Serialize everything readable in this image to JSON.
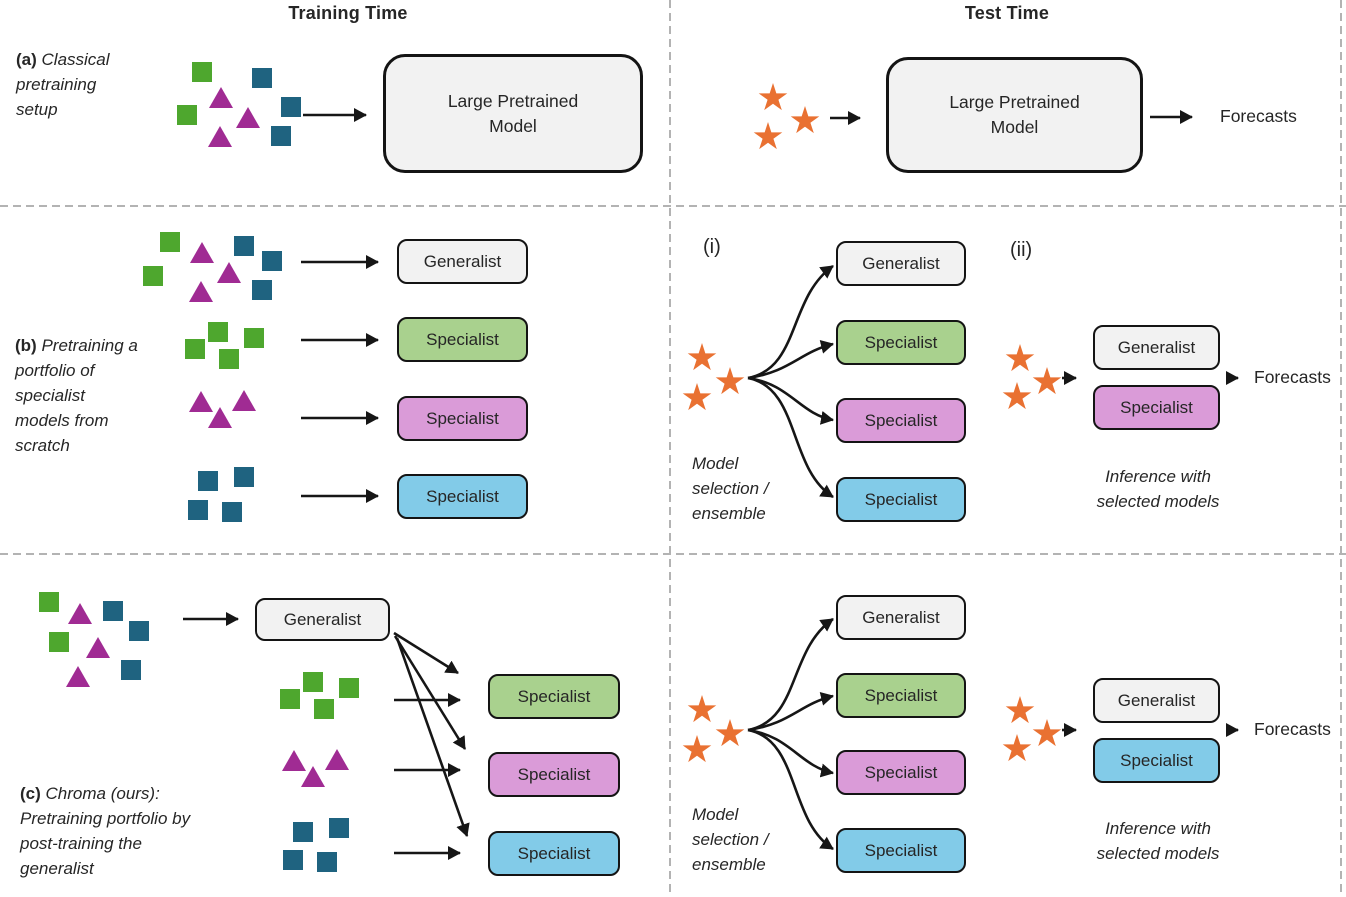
{
  "colors": {
    "green_shape": "#4ea72e",
    "purple_shape": "#a02b93",
    "teal_shape": "#1f6380",
    "orange_star": "#e97132",
    "box_gray": "#f2f2f2",
    "box_green": "#a9d18e",
    "box_magenta": "#da9bd8",
    "box_blue": "#82cbe8",
    "box_border": "#141414",
    "arrow": "#161616",
    "dashed": "#b3b3b3",
    "text": "#262626"
  },
  "headers": {
    "training": "Training Time",
    "test": "Test Time"
  },
  "rows": {
    "a": {
      "tag": "(a)",
      "caption": "Classical pretraining setup",
      "train_box": "Large Pretrained Model",
      "test_box": "Large Pretrained Model",
      "forecasts": "Forecasts"
    },
    "b": {
      "tag": "(b)",
      "caption": "Pretraining a portfolio of specialist models from scratch",
      "train_boxes": [
        {
          "label": "Generalist"
        },
        {
          "label": "Specialist"
        },
        {
          "label": "Specialist"
        },
        {
          "label": "Specialist"
        }
      ],
      "test": {
        "i_tag": "(i)",
        "ii_tag": "(ii)",
        "fan_boxes": [
          {
            "label": "Generalist"
          },
          {
            "label": "Specialist"
          },
          {
            "label": "Specialist"
          },
          {
            "label": "Specialist"
          }
        ],
        "selected_boxes": [
          {
            "label": "Generalist"
          },
          {
            "label": "Specialist"
          }
        ],
        "selection_caption": "Model selection / ensemble",
        "inference_caption": "Inference with selected models",
        "forecasts": "Forecasts"
      }
    },
    "c": {
      "tag": "(c)",
      "caption": "Chroma (ours): Pretraining portfolio by post-training the generalist",
      "train_boxes": [
        {
          "label": "Generalist"
        },
        {
          "label": "Specialist"
        },
        {
          "label": "Specialist"
        },
        {
          "label": "Specialist"
        }
      ],
      "test": {
        "fan_boxes": [
          {
            "label": "Generalist"
          },
          {
            "label": "Specialist"
          },
          {
            "label": "Specialist"
          },
          {
            "label": "Specialist"
          }
        ],
        "selected_boxes": [
          {
            "label": "Generalist"
          },
          {
            "label": "Specialist"
          }
        ],
        "selection_caption": "Model selection / ensemble",
        "inference_caption": "Inference with selected models",
        "forecasts": "Forecasts"
      }
    }
  }
}
